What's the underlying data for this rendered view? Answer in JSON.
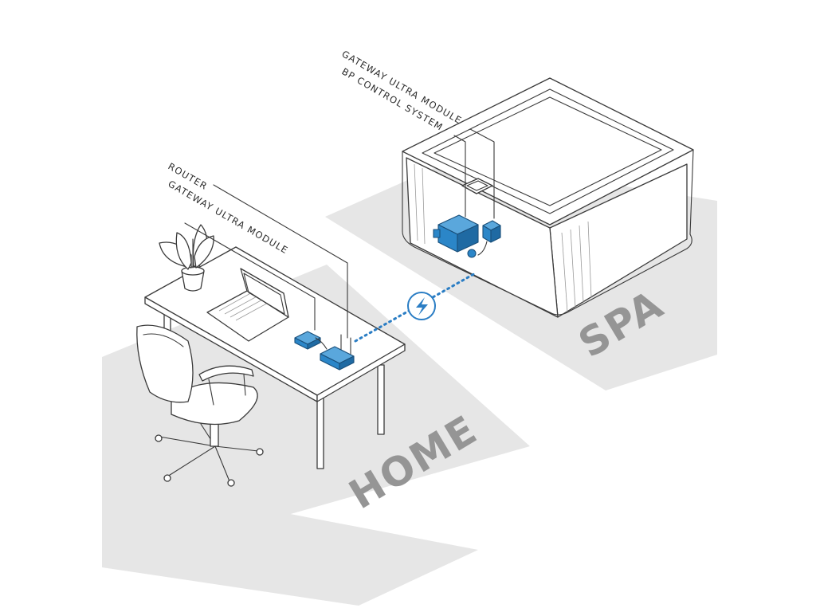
{
  "colors": {
    "zone_fill": "#e6e6e6",
    "zone_label": "#959595",
    "device_blue": "#2b86c8",
    "wireless_link": "#2a7dc4",
    "line_art": "#3a3a3a"
  },
  "zones": {
    "home": {
      "label": "HOME"
    },
    "spa": {
      "label": "SPA"
    }
  },
  "callouts": {
    "home_router": "ROUTER",
    "home_gateway": "GATEWAY ULTRA MODULE",
    "spa_gateway": "GATEWAY ULTRA MODULE",
    "spa_control": "BP CONTROL SYSTEM"
  },
  "icons": {
    "wireless": "lightning-bolt-icon",
    "plant": "potted-plant-icon",
    "laptop": "laptop-icon",
    "chair": "office-chair-icon"
  }
}
